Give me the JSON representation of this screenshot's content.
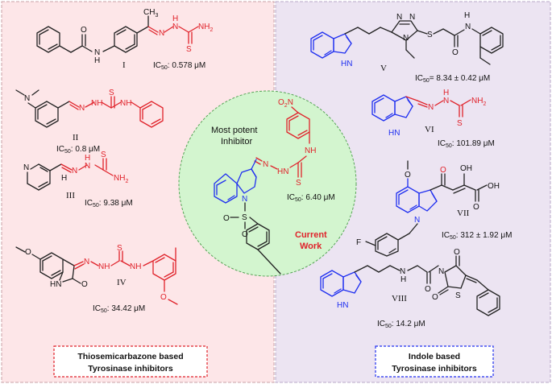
{
  "left_panel": {
    "label_line1": "Thiosemicarbazone based",
    "label_line2": "Tyrosinase inhibitors",
    "compounds": [
      {
        "id": "I",
        "ic50": "0.578 μM"
      },
      {
        "id": "II",
        "ic50": "0.8 μM"
      },
      {
        "id": "III",
        "ic50": "9.38 μM"
      },
      {
        "id": "IV",
        "ic50": "34.42 μM"
      }
    ]
  },
  "right_panel": {
    "label_line1": "Indole based",
    "label_line2": "Tyrosinase inhibitors",
    "compounds": [
      {
        "id": "V",
        "ic50": "8.34 ± 0.42 μM"
      },
      {
        "id": "VI",
        "ic50": "101.89 μM"
      },
      {
        "id": "VII",
        "ic50": "312 ± 1.92 μM"
      },
      {
        "id": "VIII",
        "ic50": "14.2 μM"
      }
    ]
  },
  "center": {
    "title_line1": "Most potent",
    "title_line2": "Inhibitor",
    "ic50": "6.40 μM",
    "tag_line1": "Current",
    "tag_line2": "Work"
  },
  "ic50_prefix": "IC",
  "ic50_sub": "50",
  "atoms": {
    "NH2": "NH",
    "two": "2",
    "N": "N",
    "H": "H",
    "O": "O",
    "S": "S",
    "NH": "NH",
    "HN": "HN",
    "O2N": "O",
    "O2N_sub": "2",
    "O2N_N": "N",
    "F": "F",
    "OH": "OH",
    "CH3": "CH",
    "CH3_sub": "3"
  },
  "colors": {
    "left_bg": "#fde6e8",
    "right_bg": "#ece4f2",
    "center_bg": "#d3f5cf",
    "red": "#e0222a",
    "blue": "#1f2ff0"
  }
}
